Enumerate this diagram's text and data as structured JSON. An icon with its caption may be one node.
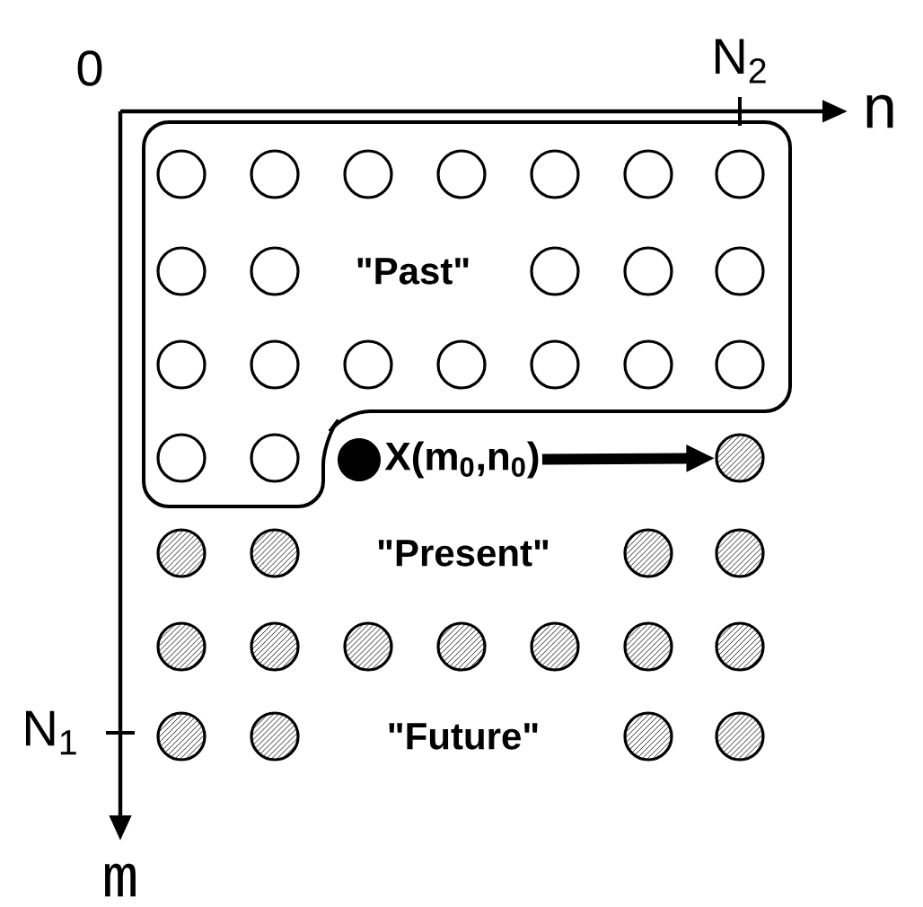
{
  "diagram": {
    "nodes": [
      {
        "text": [
          "\"Past\""
        ]
      },
      {
        "text": [
          "X(m$_{0}$,n$_{0}$)"
        ]
      },
      {
        "text": [],
        "shape": "circle"
      }
    ],
    "edges": [
      {
        "from": 1,
        "to": 2,
        "arrow": "to"
      }
    ],
    "labels": [
      "0",
      "N$_{2}$",
      "n",
      "\"Present\"",
      "N$_{1}$",
      "\"Future\"",
      "m"
    ]
  }
}
